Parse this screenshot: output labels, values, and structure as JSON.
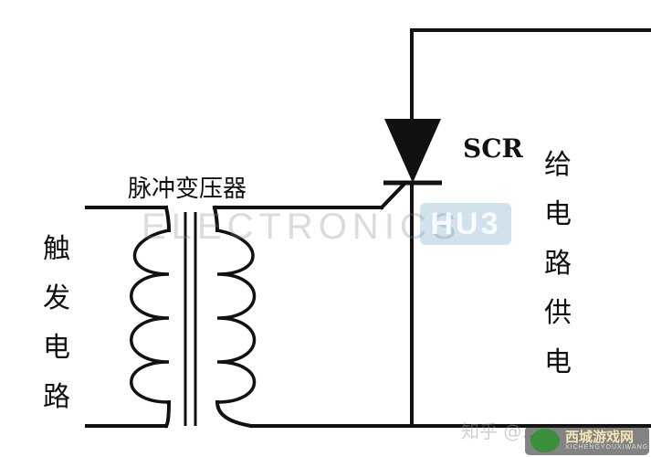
{
  "labels": {
    "transformer": "脉冲变压器",
    "scr": "SCR",
    "trigger_circuit": "触发电路",
    "supply": "给电路供电"
  },
  "watermarks": {
    "main_text": "ELECTRONICS",
    "badge_text": "HU3",
    "bottom_text": "知乎 @…",
    "logo_title": "西城游戏网",
    "logo_sub": "XICHENGYOUXIWANG"
  },
  "colors": {
    "line": "#111111",
    "coil": "#111111"
  }
}
